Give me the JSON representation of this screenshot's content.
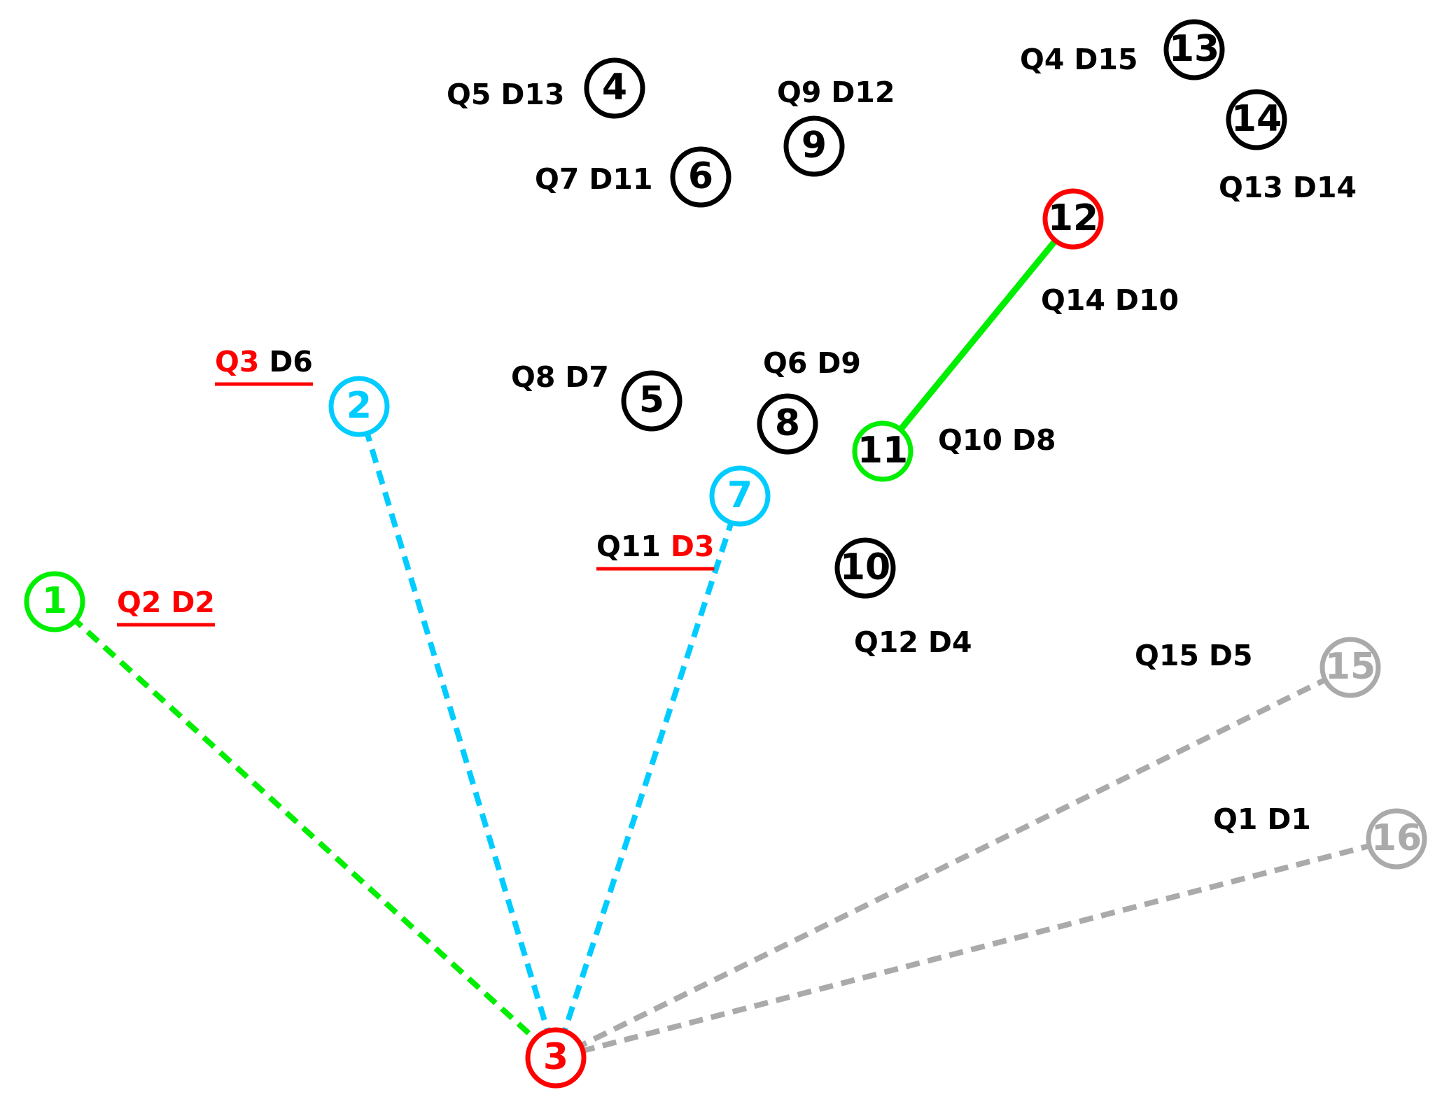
{
  "colors": {
    "green": "#00ee00",
    "cyan": "#00ccff",
    "red": "#ff0000",
    "gray": "#aaaaaa",
    "black": "#000000"
  },
  "nodes": [
    {
      "id": "1",
      "color": "green"
    },
    {
      "id": "2",
      "color": "cyan"
    },
    {
      "id": "3",
      "color": "red"
    },
    {
      "id": "4",
      "color": "black"
    },
    {
      "id": "5",
      "color": "black"
    },
    {
      "id": "6",
      "color": "black"
    },
    {
      "id": "7",
      "color": "cyan"
    },
    {
      "id": "8",
      "color": "black"
    },
    {
      "id": "9",
      "color": "black"
    },
    {
      "id": "10",
      "color": "black"
    },
    {
      "id": "11",
      "color": "green"
    },
    {
      "id": "12",
      "color": "red"
    },
    {
      "id": "13",
      "color": "black"
    },
    {
      "id": "14",
      "color": "black"
    },
    {
      "id": "15",
      "color": "gray"
    },
    {
      "id": "16",
      "color": "gray"
    }
  ],
  "edges": [
    {
      "from": "1",
      "to": "3",
      "color": "green",
      "style": "dashed"
    },
    {
      "from": "2",
      "to": "3",
      "color": "cyan",
      "style": "dashed"
    },
    {
      "from": "7",
      "to": "3",
      "color": "cyan",
      "style": "dashed"
    },
    {
      "from": "15",
      "to": "3",
      "color": "gray",
      "style": "dashed"
    },
    {
      "from": "16",
      "to": "3",
      "color": "gray",
      "style": "dashed"
    },
    {
      "from": "11",
      "to": "12",
      "color": "green",
      "style": "solid"
    }
  ],
  "labels": [
    {
      "node": "1",
      "q": "Q2",
      "d": "D2",
      "q_color": "red",
      "d_color": "red",
      "underline": true
    },
    {
      "node": "2",
      "q": "Q3",
      "d": "D6",
      "q_color": "red",
      "d_color": "black",
      "underline": true
    },
    {
      "node": "4",
      "q": "Q5",
      "d": "D13",
      "q_color": "black",
      "d_color": "black",
      "underline": false
    },
    {
      "node": "5",
      "q": "Q8",
      "d": "D7",
      "q_color": "black",
      "d_color": "black",
      "underline": false
    },
    {
      "node": "6",
      "q": "Q7",
      "d": "D11",
      "q_color": "black",
      "d_color": "black",
      "underline": false
    },
    {
      "node": "7",
      "q": "Q11",
      "d": "D3",
      "q_color": "black",
      "d_color": "red",
      "underline": true
    },
    {
      "node": "8",
      "q": "Q6",
      "d": "D9",
      "q_color": "black",
      "d_color": "black",
      "underline": false
    },
    {
      "node": "9",
      "q": "Q9",
      "d": "D12",
      "q_color": "black",
      "d_color": "black",
      "underline": false
    },
    {
      "node": "10",
      "q": "Q12",
      "d": "D4",
      "q_color": "black",
      "d_color": "black",
      "underline": false
    },
    {
      "node": "11",
      "q": "Q10",
      "d": "D8",
      "q_color": "black",
      "d_color": "black",
      "underline": false
    },
    {
      "node": "12",
      "q": "Q14",
      "d": "D10",
      "q_color": "black",
      "d_color": "black",
      "underline": false
    },
    {
      "node": "13",
      "q": "Q4",
      "d": "D15",
      "q_color": "black",
      "d_color": "black",
      "underline": false
    },
    {
      "node": "14",
      "q": "Q13",
      "d": "D14",
      "q_color": "black",
      "d_color": "black",
      "underline": false
    },
    {
      "node": "15",
      "q": "Q15",
      "d": "D5",
      "q_color": "black",
      "d_color": "black",
      "underline": false
    },
    {
      "node": "16",
      "q": "Q1",
      "d": "D1",
      "q_color": "black",
      "d_color": "black",
      "underline": false
    }
  ]
}
